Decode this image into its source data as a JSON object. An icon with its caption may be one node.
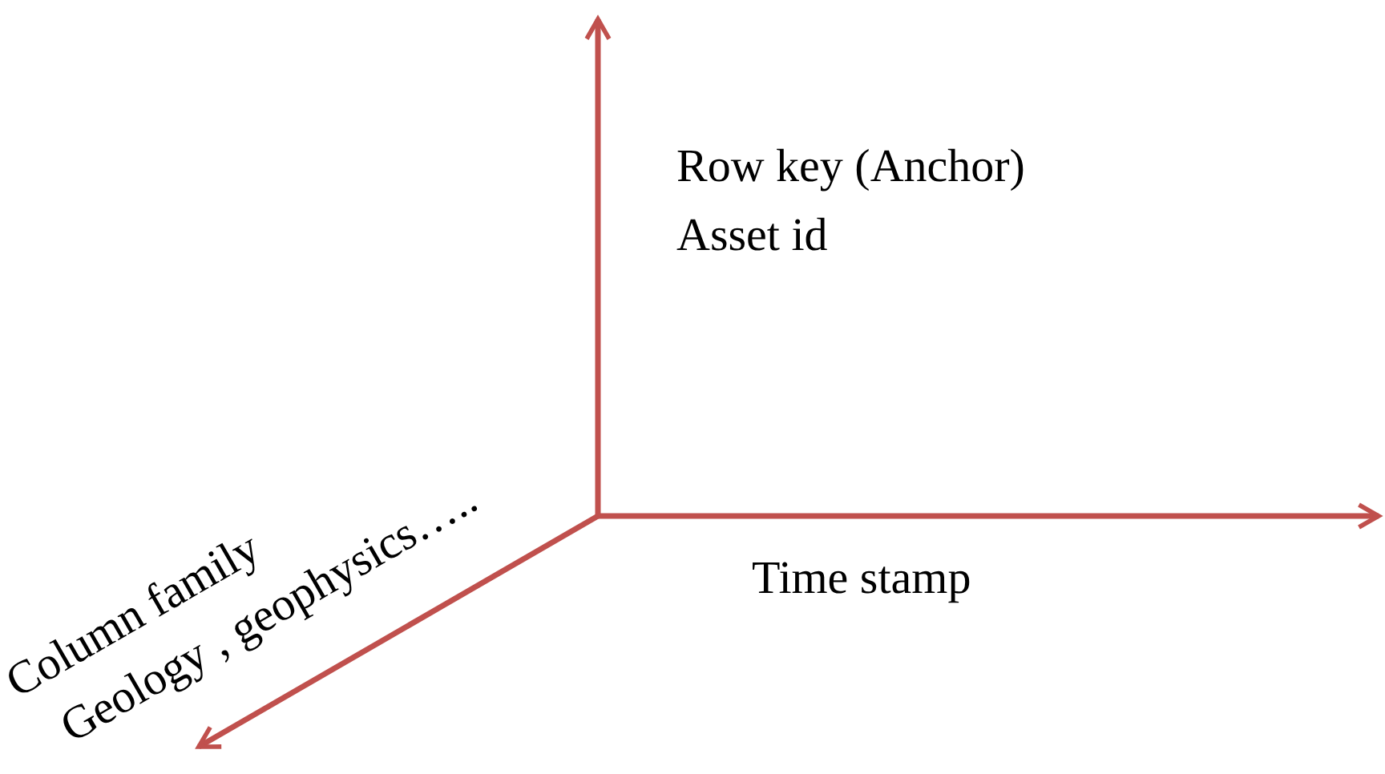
{
  "diagram": {
    "labels": [
      "Row key (Anchor)",
      "Asset id",
      "Time stamp",
      "Column family",
      "Geology , geophysics….."
    ]
  }
}
